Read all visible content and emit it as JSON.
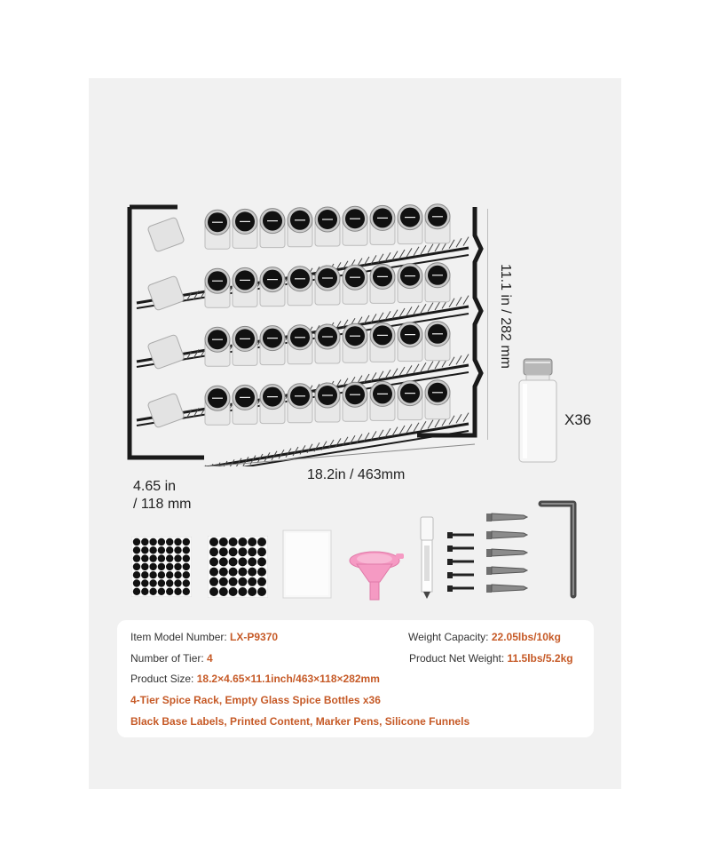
{
  "dimensions": {
    "width": "18.2in / 463mm",
    "depth_line1": "4.65 in",
    "depth_line2": "/ 118 mm",
    "height": "11.1 in / 282 mm"
  },
  "bottle_count": "X36",
  "specs": {
    "model_label": "Item Model Number:",
    "model_value": "LX-P9370",
    "tier_label": "Number of Tier:",
    "tier_value": "4",
    "size_label": "Product Size:",
    "size_value": "18.2×4.65×11.1inch/463×118×282mm",
    "capacity_label": "Weight Capacity:",
    "capacity_value": "22.05lbs/10kg",
    "net_label": "Product Net Weight:",
    "net_value": "11.5lbs/5.2kg",
    "line4": "4-Tier Spice Rack, Empty Glass Spice Bottles x36",
    "line5": "Black Base Labels, Printed Content, Marker Pens, Silicone Funnels"
  },
  "colors": {
    "panel": "#f1f1f1",
    "accent": "#c65a27",
    "rack": "#1a1a1a",
    "funnel": "#f59ac3"
  },
  "icons": [
    "label-sheet-icon",
    "dot-label-sheet-icon",
    "sponge-icon",
    "funnel-icon",
    "marker-pen-icon",
    "screw-icon",
    "wall-anchor-icon",
    "hex-key-icon"
  ]
}
